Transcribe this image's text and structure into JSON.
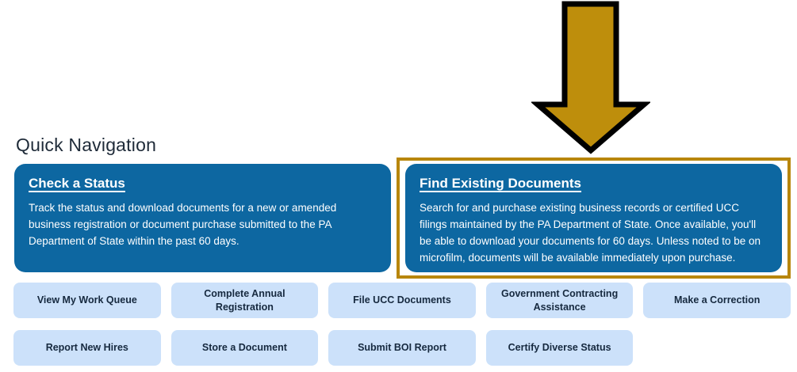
{
  "page": {
    "title": "Quick Navigation"
  },
  "annotation": {
    "arrow_icon": "down-arrow",
    "arrow_fill": "#be8e0c",
    "arrow_outline": "#000000",
    "highlight_border": "#b8860b"
  },
  "colors": {
    "card_background": "#0d67a1",
    "card_text": "#ffffff",
    "button_background": "#cce1fa",
    "button_text": "#16293f",
    "title_text": "#1e2a38"
  },
  "cards": [
    {
      "title": "Check a Status",
      "description": "Track the status and download documents for a new or amended business registration or document purchase submitted to the PA Department of State within the past 60 days."
    },
    {
      "title": "Find Existing Documents",
      "description": "Search for and purchase existing business records or certified UCC filings maintained by the PA Department of State. Once available, you'll be able to download your documents for 60 days. Unless noted to be on microfilm, documents will be available immediately upon purchase."
    }
  ],
  "buttons": [
    "View My Work Queue",
    "Complete Annual Registration",
    "File UCC Documents",
    "Government Contracting Assistance",
    "Make a Correction",
    "Report New Hires",
    "Store a Document",
    "Submit BOI Report",
    "Certify Diverse Status"
  ]
}
